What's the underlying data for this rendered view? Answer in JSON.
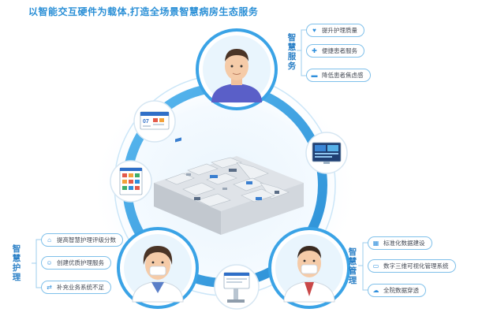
{
  "headline": "以智能交互硬件为载体,打造全场景智慧病房生态服务",
  "colors": {
    "accent": "#2a8fd6",
    "ring": "#3aa3e6",
    "ring_light": "#bfe2f8",
    "pill_border": "#7fc0ea"
  },
  "groups": {
    "service": {
      "label": "智慧服务",
      "items": [
        {
          "icon": "heart-hand-icon",
          "text": "提升护理质量"
        },
        {
          "icon": "patient-support-icon",
          "text": "便捷患者服务"
        },
        {
          "icon": "bed-icon",
          "text": "降低患者焦虑感"
        }
      ]
    },
    "nursing": {
      "label": "智慧护理",
      "items": [
        {
          "icon": "home-icon",
          "text": "提高智慧护理评级分数"
        },
        {
          "icon": "nurse-icon",
          "text": "创建优质护理服务"
        },
        {
          "icon": "workflow-icon",
          "text": "补充业务系统不足"
        }
      ]
    },
    "management": {
      "label": "智慧管理",
      "items": [
        {
          "icon": "grid-icon",
          "text": "标准化数据建设"
        },
        {
          "icon": "monitor-icon",
          "text": "数字三维可视化管理系统"
        },
        {
          "icon": "cloud-icon",
          "text": "全院数据穿透"
        }
      ]
    }
  },
  "devices": {
    "bedside_card_number": "07"
  }
}
